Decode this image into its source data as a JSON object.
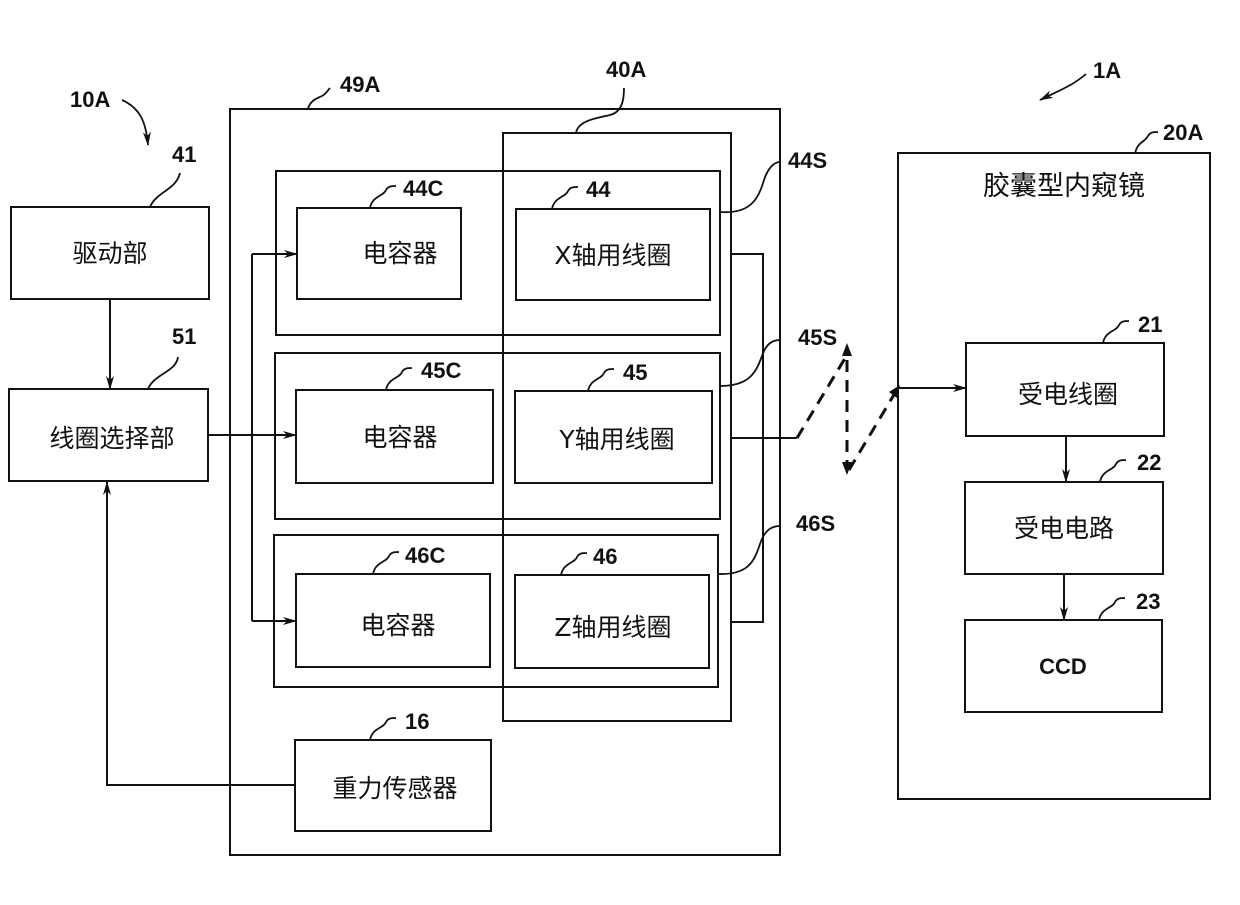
{
  "diagram": {
    "refs": {
      "system": "1A",
      "external_unit": "10A",
      "drive_unit": "41",
      "coil_selector": "51",
      "enclosure": "49A",
      "coil_group": "40A",
      "row_x": "44S",
      "row_y": "45S",
      "row_z": "46S",
      "cap_x": "44C",
      "cap_y": "45C",
      "cap_z": "46C",
      "coil_x": "44",
      "coil_y": "45",
      "coil_z": "46",
      "gravity_sensor": "16",
      "capsule": "20A",
      "receive_coil": "21",
      "receive_circuit": "22",
      "ccd": "23"
    },
    "labels": {
      "drive_unit": "驱动部",
      "coil_selector": "线圈选择部",
      "capacitor": "电容器",
      "coil_x": "X轴用线圈",
      "coil_y": "Y轴用线圈",
      "coil_z": "Z轴用线圈",
      "gravity_sensor": "重力传感器",
      "capsule_title": "胶囊型内窥镜",
      "receive_coil": "受电线圈",
      "receive_circuit": "受电电路",
      "ccd": "CCD"
    }
  }
}
